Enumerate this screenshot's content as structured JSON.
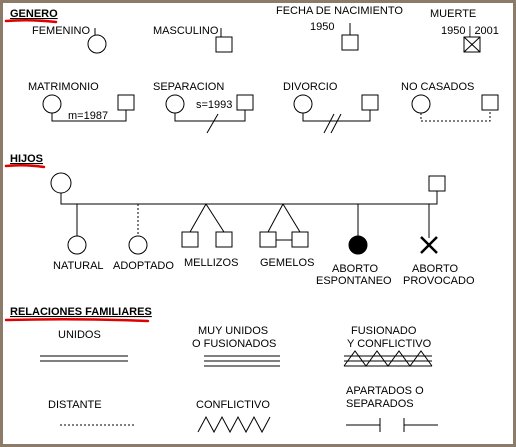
{
  "sections": {
    "genero": "GENERO",
    "hijos": "HIJOS",
    "relaciones": "RELACIONES FAMILIARES"
  },
  "genero": {
    "femenino": "FEMENINO",
    "masculino": "MASCULINO",
    "fecha_nacimiento": "FECHA DE NACIMIENTO",
    "birth_year": "1950",
    "muerte": "MUERTE",
    "death_years": "1950 | 2001"
  },
  "parejas": {
    "matrimonio": "MATRIMONIO",
    "matrimonio_fecha": "m=1987",
    "separacion": "SEPARACION",
    "separacion_fecha": "s=1993",
    "divorcio": "DIVORCIO",
    "no_casados": "NO CASADOS"
  },
  "hijos": {
    "natural": "NATURAL",
    "adoptado": "ADOPTADO",
    "mellizos": "MELLIZOS",
    "gemelos": "GEMELOS",
    "aborto_esp_1": "ABORTO",
    "aborto_esp_2": "ESPONTANEO",
    "aborto_prov_1": "ABORTO",
    "aborto_prov_2": "PROVOCADO"
  },
  "relaciones": {
    "unidos": "UNIDOS",
    "muy_unidos_1": "MUY UNIDOS",
    "muy_unidos_2": "O FUSIONADOS",
    "fusionado_1": "FUSIONADO",
    "fusionado_2": "Y CONFLICTIVO",
    "distante": "DISTANTE",
    "conflictivo": "CONFLICTIVO",
    "apartados_1": "APARTADOS O",
    "apartados_2": "SEPARADOS"
  },
  "colors": {
    "underline": "#e00000",
    "frame": "#8b7b68",
    "fill_dead": "#000000"
  }
}
